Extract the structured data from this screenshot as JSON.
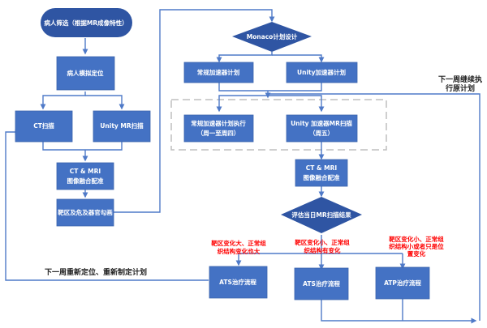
{
  "colors": {
    "box_fill": "#4472c4",
    "decision_fill": "#2f55a3",
    "connector": "#4f7ac8",
    "note_red": "#ff0000",
    "note_black": "#222222",
    "dashed_group": "#bfbfbf"
  },
  "nodes": {
    "screening": "病人筛选（根据MR成像特性）",
    "simulation": "病人模拟定位",
    "ct_scan": "CT扫描",
    "unity_mr_scan": "Unity MR扫描",
    "fusion1_line1": "CT & MRI",
    "fusion1_line2": "图像融合配准",
    "contouring": "靶区及危及器官勾画",
    "monaco": "Monaco计划设计",
    "conventional_plan": "常规加速器计划",
    "unity_plan": "Unity加速器计划",
    "conventional_exec_line1": "常规加速器计划执行",
    "conventional_exec_line2": "（周一至周四）",
    "unity_mr_friday_line1": "Unity 加速器MR扫描",
    "unity_mr_friday_line2": "（周五）",
    "fusion2_line1": "CT & MRI",
    "fusion2_line2": "图像融合配准",
    "evaluate": "评估当日MR扫描结果",
    "ats_left": "ATS治疗流程",
    "ats_mid": "ATS治疗流程",
    "atp": "ATP治疗流程"
  },
  "notes": {
    "branch_left": [
      "靶区变化大、正常组",
      "织结构变化也大"
    ],
    "branch_mid": [
      "靶区变化小、正常组",
      "织结构有变化"
    ],
    "branch_right": [
      "靶区变化小、正常组",
      "织结构小或者只是位",
      "置变化"
    ],
    "continue_plan": [
      "下一周继续执",
      "行原计划"
    ],
    "replan": "下一周重新定位、重新制定计划"
  }
}
